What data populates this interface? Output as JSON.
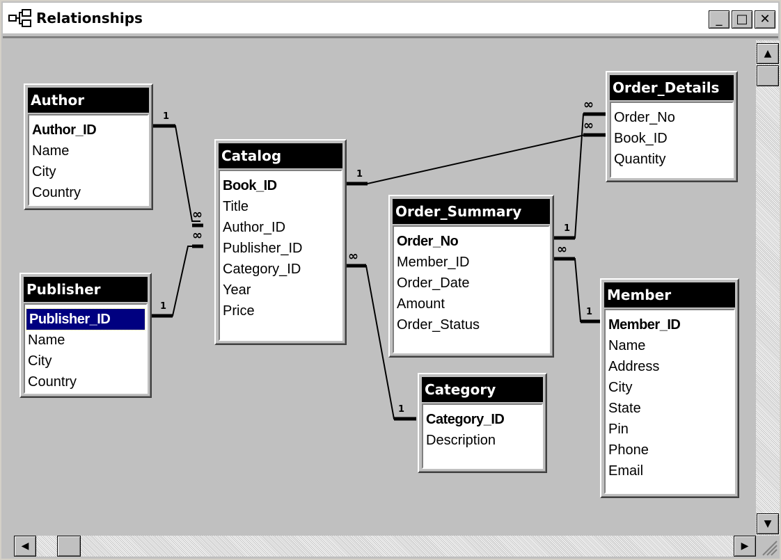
{
  "window": {
    "title": "Relationships",
    "controls": {
      "minimize": "_",
      "maximize": "□",
      "close": "✕"
    }
  },
  "tables": {
    "author": {
      "name": "Author",
      "fields": [
        "Author_ID",
        "Name",
        "City",
        "Country"
      ]
    },
    "publisher": {
      "name": "Publisher",
      "fields": [
        "Publisher_ID",
        "Name",
        "City",
        "Country"
      ]
    },
    "catalog": {
      "name": "Catalog",
      "fields": [
        "Book_ID",
        "Title",
        "Author_ID",
        "Publisher_ID",
        "Category_ID",
        "Year",
        "Price"
      ]
    },
    "order_summary": {
      "name": "Order_Summary",
      "fields": [
        "Order_No",
        "Member_ID",
        "Order_Date",
        "Amount",
        "Order_Status"
      ]
    },
    "order_details": {
      "name": "Order_Details",
      "fields": [
        "Order_No",
        "Book_ID",
        "Quantity"
      ]
    },
    "member": {
      "name": "Member",
      "fields": [
        "Member_ID",
        "Name",
        "Address",
        "City",
        "State",
        "Pin",
        "Phone",
        "Email"
      ]
    },
    "category": {
      "name": "Category",
      "fields": [
        "Category_ID",
        "Description"
      ]
    }
  },
  "relationship_labels": {
    "one": "1",
    "many": "∞"
  },
  "scrollbars": {
    "up": "▲",
    "down": "▼",
    "left": "◀",
    "right": "▶"
  }
}
